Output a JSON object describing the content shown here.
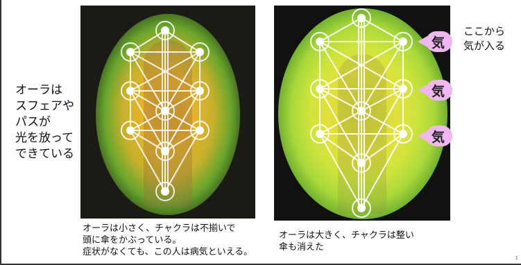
{
  "side_note": {
    "lines": [
      "オーラは",
      "スフェアや",
      "パスが",
      "光を放って",
      "できている"
    ]
  },
  "ki_note": {
    "lines": [
      "ここから",
      "気が入る"
    ]
  },
  "ki_labels": [
    "気",
    "気",
    "気"
  ],
  "caption_left": {
    "lines": [
      "オーラは小さく、チャクラは不揃いで",
      "頭に傘をかぶっている。",
      "症状がなくても、この人は病気といえる。"
    ]
  },
  "caption_right": {
    "lines": [
      "オーラは大きく、チャクラは整い",
      "傘も消えた"
    ]
  },
  "page_number": "1",
  "colors": {
    "left_aura": "#e0ab2a",
    "right_aura": "#d8e03c",
    "ki_bubble": "#f0b6f0"
  }
}
